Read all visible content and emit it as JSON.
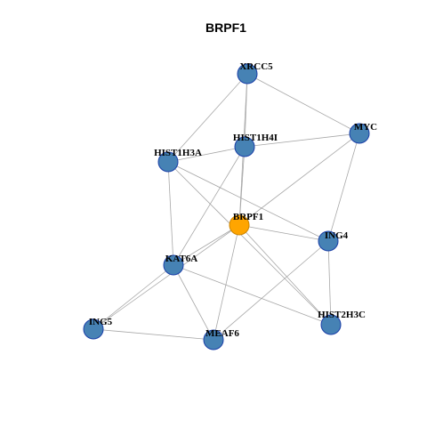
{
  "title": "BRPF1",
  "colors": {
    "hub_fill": "#FFA500",
    "hub_stroke": "#CC8400",
    "node_fill": "#4682B4",
    "node_stroke": "#1A3FA8",
    "edge": "#A8A8A8"
  },
  "nodes": [
    {
      "id": "XRCC5",
      "label": "XRCC5",
      "hub": false
    },
    {
      "id": "MYC",
      "label": "MYC",
      "hub": false
    },
    {
      "id": "HIST1H4I",
      "label": "HIST1H4I",
      "hub": false
    },
    {
      "id": "HIST1H3A",
      "label": "HIST1H3A",
      "hub": false
    },
    {
      "id": "BRPF1",
      "label": "BRPF1",
      "hub": true
    },
    {
      "id": "ING4",
      "label": "ING4",
      "hub": false
    },
    {
      "id": "KAT6A",
      "label": "KAT6A",
      "hub": false
    },
    {
      "id": "HIST2H3C",
      "label": "HIST2H3C",
      "hub": false
    },
    {
      "id": "ING5",
      "label": "ING5",
      "hub": false
    },
    {
      "id": "MEAF6",
      "label": "MEAF6",
      "hub": false
    }
  ],
  "edges": [
    [
      "XRCC5",
      "MYC"
    ],
    [
      "XRCC5",
      "HIST1H4I"
    ],
    [
      "XRCC5",
      "HIST1H3A"
    ],
    [
      "XRCC5",
      "BRPF1"
    ],
    [
      "MYC",
      "HIST1H4I"
    ],
    [
      "MYC",
      "BRPF1"
    ],
    [
      "MYC",
      "ING4"
    ],
    [
      "HIST1H3A",
      "HIST1H4I"
    ],
    [
      "HIST1H3A",
      "KAT6A"
    ],
    [
      "HIST1H3A",
      "ING4"
    ],
    [
      "HIST1H3A",
      "HIST2H3C"
    ],
    [
      "HIST1H4I",
      "BRPF1"
    ],
    [
      "HIST1H4I",
      "KAT6A"
    ],
    [
      "BRPF1",
      "KAT6A"
    ],
    [
      "BRPF1",
      "ING5"
    ],
    [
      "BRPF1",
      "ING4"
    ],
    [
      "BRPF1",
      "MEAF6"
    ],
    [
      "BRPF1",
      "HIST2H3C"
    ],
    [
      "ING4",
      "HIST2H3C"
    ],
    [
      "ING4",
      "MEAF6"
    ],
    [
      "KAT6A",
      "ING5"
    ],
    [
      "KAT6A",
      "MEAF6"
    ],
    [
      "KAT6A",
      "HIST2H3C"
    ],
    [
      "ING5",
      "MEAF6"
    ]
  ]
}
